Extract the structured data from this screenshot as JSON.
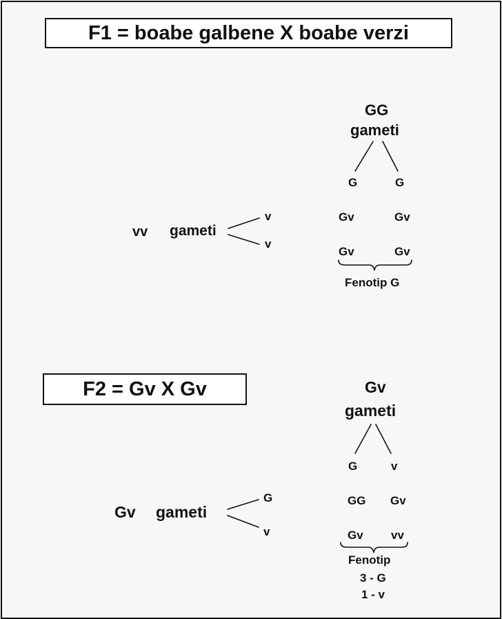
{
  "f1": {
    "title": "F1 = boabe galbene X boabe verzi",
    "male_genotype": "GG",
    "male_label": "gameti",
    "male_gametes": [
      "G",
      "G"
    ],
    "female_genotype": "vv",
    "female_label": "gameti",
    "female_gametes": [
      "v",
      "v"
    ],
    "grid": [
      [
        "Gv",
        "Gv"
      ],
      [
        "Gv",
        "Gv"
      ]
    ],
    "phenotype": "Fenotip G"
  },
  "f2": {
    "title": "F2 = Gv X Gv",
    "male_genotype": "Gv",
    "male_label": "gameti",
    "male_gametes": [
      "G",
      "v"
    ],
    "female_genotype": "Gv",
    "female_label": "gameti",
    "female_gametes": [
      "G",
      "v"
    ],
    "grid": [
      [
        "GG",
        "Gv"
      ],
      [
        "Gv",
        "vv"
      ]
    ],
    "phenotype_label": "Fenotip",
    "phenotype_ratios": [
      "3 - G",
      "1 - v"
    ]
  }
}
